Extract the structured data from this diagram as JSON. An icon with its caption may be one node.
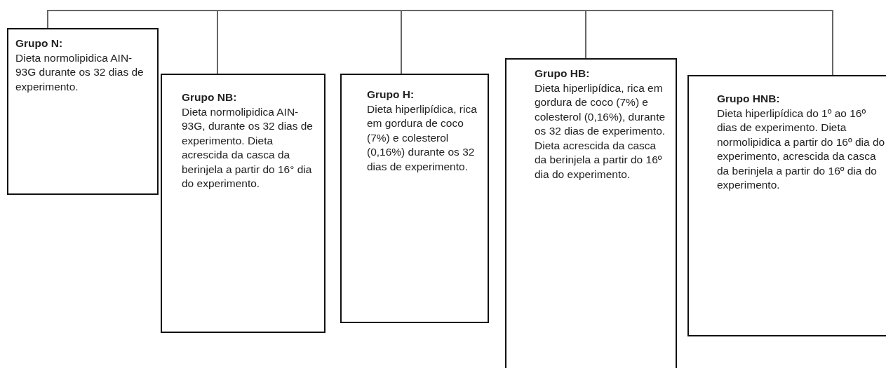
{
  "diagram": {
    "nodes": [
      {
        "text": [
          "Grupo N:",
          "Dieta normolipidica AIN-93G durante os 32 dias de experimento."
        ]
      },
      {
        "text": [
          "Grupo NB:",
          "Dieta normolipidica AIN-93G, durante os 32 dias de experimento. Dieta acrescida da casca da berinjela a partir do 16° dia do experimento."
        ]
      },
      {
        "text": [
          "Grupo H:",
          "Dieta hiperlipídica, rica em gordura de coco (7%) e colesterol (0,16%) durante os 32 dias de experimento."
        ]
      },
      {
        "text": [
          "Grupo HB:",
          "Dieta hiperlipídica, rica em gordura de coco (7%) e colesterol (0,16%), durante os 32 dias de experimento. Dieta acrescida da casca da berinjela a partir do 16º dia do experimento."
        ]
      },
      {
        "text": [
          "Grupo HNB:",
          "Dieta hiperlipídica do 1º ao 16º dias de experimento. Dieta normolipidica a partir do 16º dia do experimento, acrescida da casca da berinjela a partir do 16º dia do experimento."
        ]
      }
    ],
    "edges": [
      {
        "from": null,
        "to": 0,
        "arrow": "none"
      },
      {
        "from": null,
        "to": 1,
        "arrow": "none"
      },
      {
        "from": null,
        "to": 2,
        "arrow": "none"
      },
      {
        "from": null,
        "to": 3,
        "arrow": "none"
      },
      {
        "from": null,
        "to": 4,
        "arrow": "none"
      }
    ]
  }
}
